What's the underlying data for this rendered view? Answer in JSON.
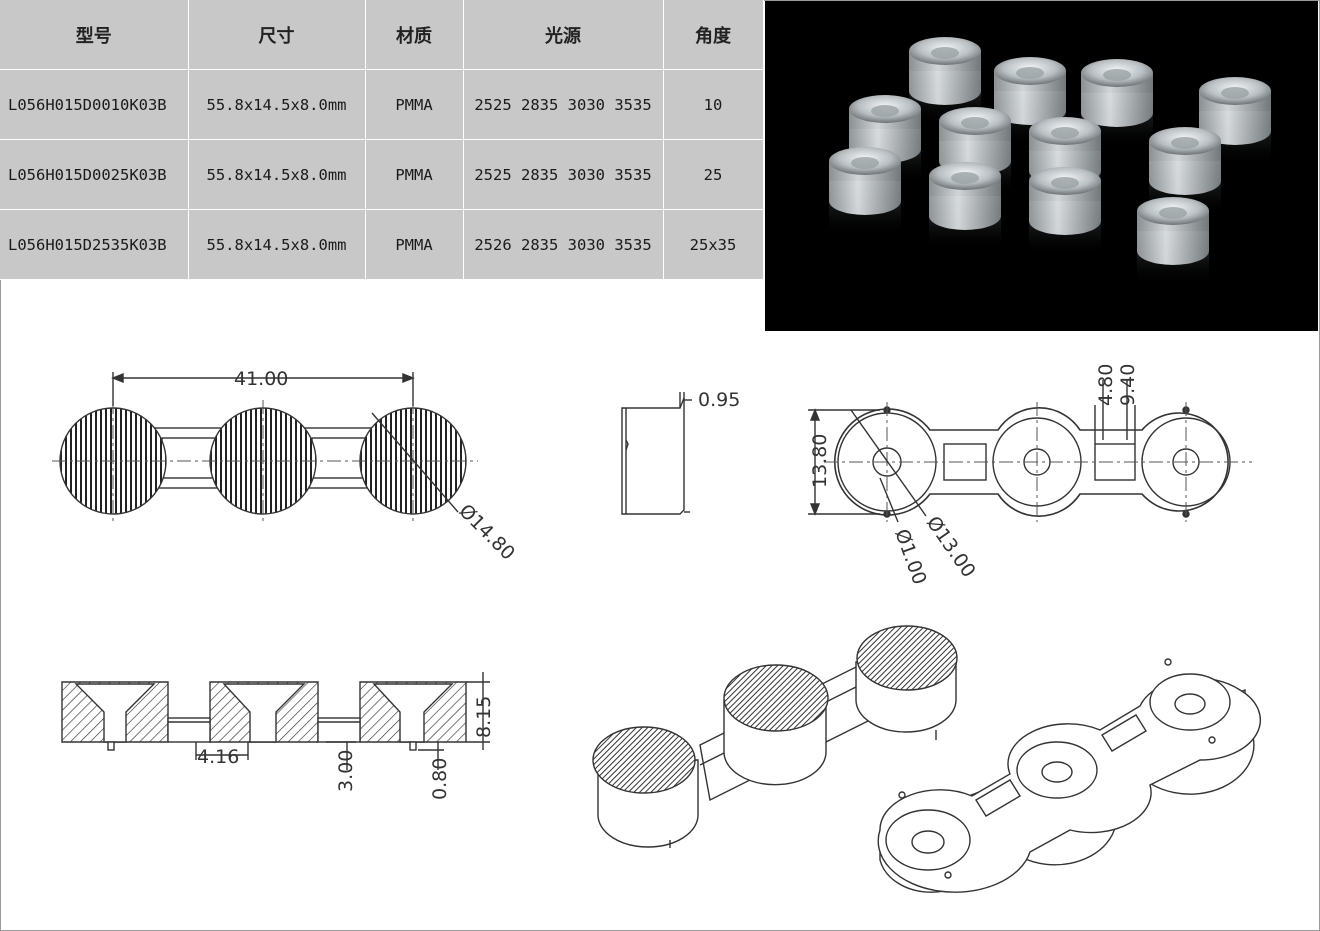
{
  "table": {
    "headers": [
      "型号",
      "尺寸",
      "材质",
      "光源",
      "角度"
    ],
    "rows": [
      [
        "L056H015D0010K03B",
        "55.8x14.5x8.0mm",
        "PMMA",
        "2525  2835  3030  3535",
        "10"
      ],
      [
        "L056H015D0025K03B",
        "55.8x14.5x8.0mm",
        "PMMA",
        "2525  2835  3030  3535",
        "25"
      ],
      [
        "L056H015D2535K03B",
        "55.8x14.5x8.0mm",
        "PMMA",
        "2526  2835  3030  3535",
        "25x35"
      ]
    ]
  },
  "dimensions": {
    "pitch": "41.00",
    "lens_dia": "Ø14.80",
    "step": "0.95",
    "width": "13.80",
    "d1": "4.80",
    "d2": "9.40",
    "pin_dia": "Ø1.00",
    "cup_dia": "Ø13.00",
    "height": "8.15",
    "bridge": "4.16",
    "pin_len": "3.00",
    "gap": "0.80"
  },
  "colors": {
    "table_bg": "#c8c8c8",
    "line": "#333333",
    "photo_bg": "#000000"
  }
}
